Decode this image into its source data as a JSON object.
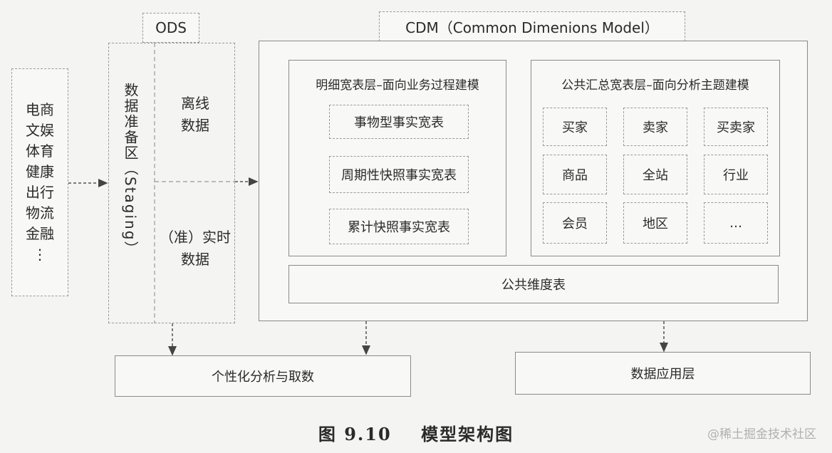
{
  "sources": {
    "items": [
      "电商",
      "文娱",
      "体育",
      "健康",
      "出行",
      "物流",
      "金融",
      "⋮"
    ]
  },
  "ods": {
    "title": "ODS",
    "staging_label": "数据准备区（Staging）",
    "offline_label": "离线数据",
    "realtime_label": "（准）实时数据"
  },
  "cdm": {
    "title": "CDM（Common Dimenions Model）",
    "detail_layer": {
      "title": "明细宽表层–面向业务过程建模",
      "tables": [
        "事物型事实宽表",
        "周期性快照事实宽表",
        "累计快照事实宽表"
      ]
    },
    "summary_layer": {
      "title": "公共汇总宽表层–面向分析主题建模",
      "cells": [
        "买家",
        "卖家",
        "买卖家",
        "商品",
        "全站",
        "行业",
        "会员",
        "地区",
        "…"
      ]
    },
    "dimension_table": "公共维度表"
  },
  "outputs": {
    "analysis": "个性化分析与取数",
    "app_layer": "数据应用层"
  },
  "caption": "图 9.10    模型架构图",
  "watermark": "@稀土掘金技术社区"
}
